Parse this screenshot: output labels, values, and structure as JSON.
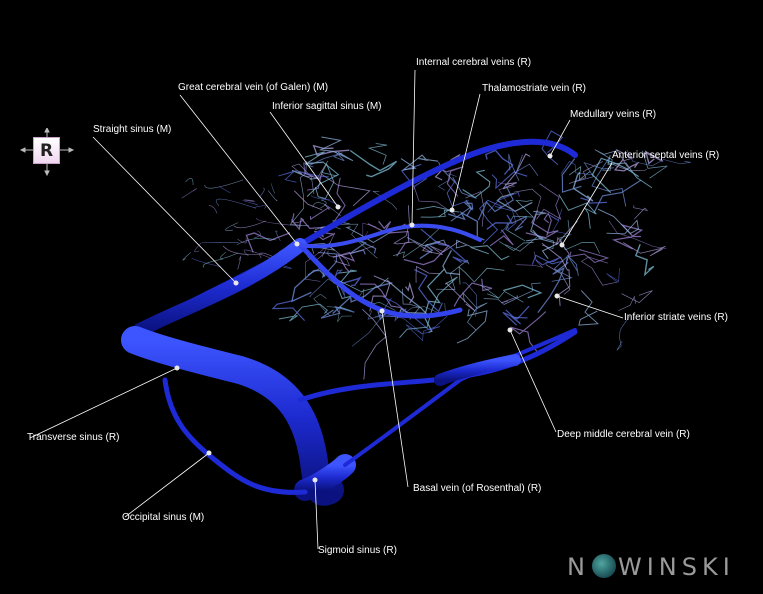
{
  "orientation": {
    "label": "R"
  },
  "labels": {
    "internal_cerebral": "Internal cerebral veins (R)",
    "great_cerebral": "Great cerebral vein (of Galen) (M)",
    "thalamostriate": "Thalamostriate vein (R)",
    "inferior_sagittal": "Inferior sagittal sinus (M)",
    "medullary": "Medullary veins (R)",
    "straight_sinus": "Straight sinus (M)",
    "anterior_septal": "Anterior septal veins (R)",
    "inferior_striate": "Inferior striate veins (R)",
    "deep_middle": "Deep middle cerebral vein (R)",
    "transverse": "Transverse sinus (R)",
    "basal": "Basal vein (of Rosenthal) (R)",
    "occipital": "Occipital sinus (M)",
    "sigmoid": "Sigmoid sinus (R)"
  },
  "brand": {
    "prefix": "N",
    "suffix": "W",
    "rest": "NSKI"
  },
  "colors": {
    "vessel": "#1f2bd8",
    "vessel_light": "#4a6cff",
    "thin_vein": "#7fa8d8",
    "background": "#000000"
  }
}
